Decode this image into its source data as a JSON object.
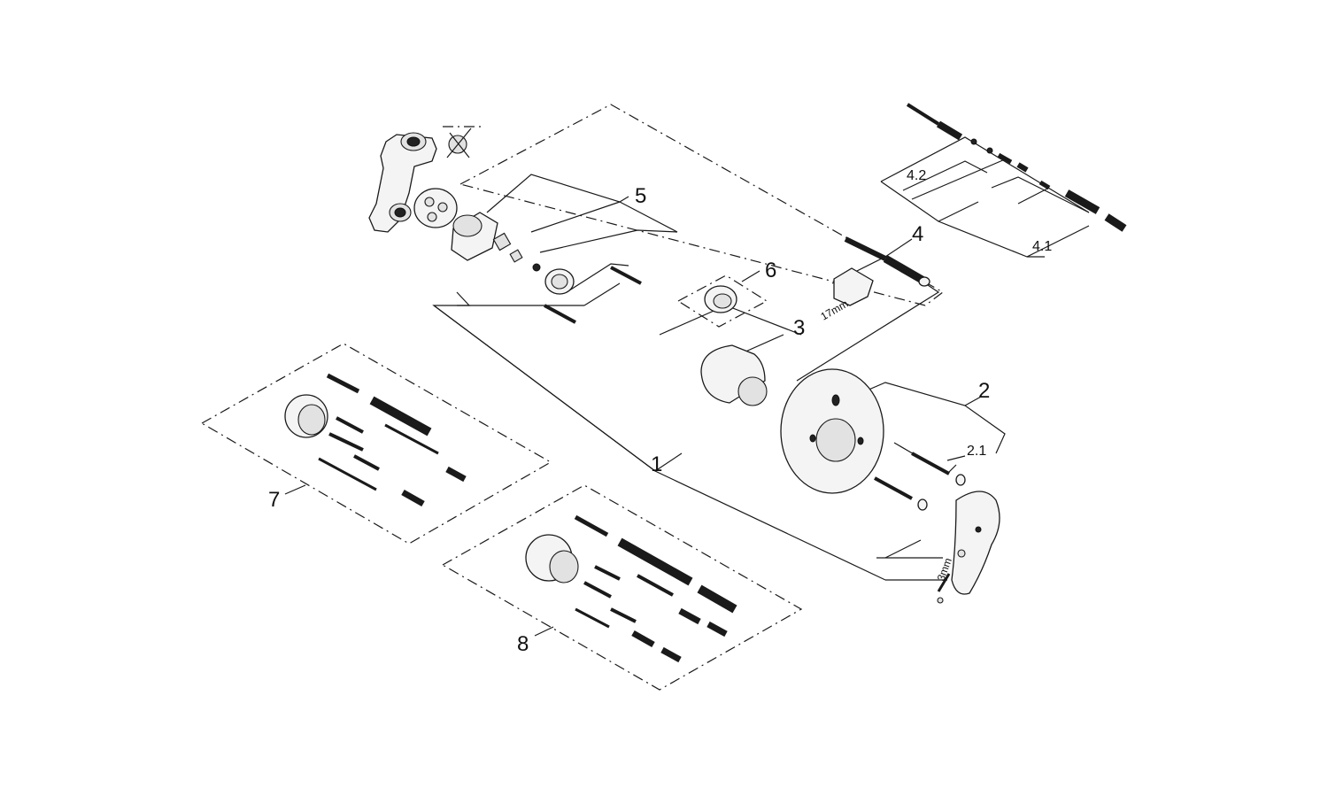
{
  "callouts": {
    "c1": "1",
    "c2": "2",
    "c2_1": "2.1",
    "c3": "3",
    "c4": "4",
    "c4_1": "4.1",
    "c4_2": "4.2",
    "c5": "5",
    "c6": "6",
    "c7": "7",
    "c8": "8"
  },
  "tool_labels": {
    "wrench": "17mm",
    "hex_key": "3mm"
  }
}
